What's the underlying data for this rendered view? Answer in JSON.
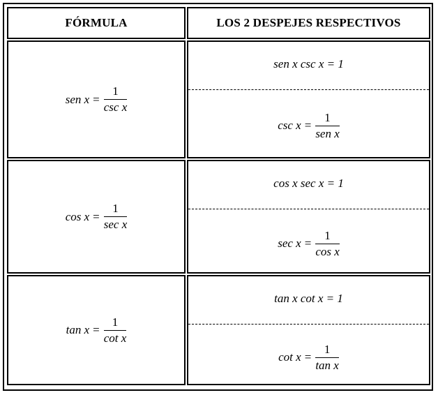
{
  "header": {
    "formula_label": "FÓRMULA",
    "despejes_label": "LOS 2 DESPEJES RESPECTIVOS"
  },
  "rows": [
    {
      "formula": {
        "lhs": "sen x",
        "num": "1",
        "den": "csc x"
      },
      "despeje_product": "sen x csc x = 1",
      "despeje_fraction": {
        "lhs": "csc x",
        "num": "1",
        "den": "sen x"
      }
    },
    {
      "formula": {
        "lhs": "cos x",
        "num": "1",
        "den": "sec x"
      },
      "despeje_product": "cos x sec x = 1",
      "despeje_fraction": {
        "lhs": "sec x",
        "num": "1",
        "den": "cos x"
      }
    },
    {
      "formula": {
        "lhs": "tan x",
        "num": "1",
        "den": "cot x"
      },
      "despeje_product": "tan x cot x = 1",
      "despeje_fraction": {
        "lhs": "cot x",
        "num": "1",
        "den": "tan x"
      }
    }
  ],
  "equals_sign": "="
}
